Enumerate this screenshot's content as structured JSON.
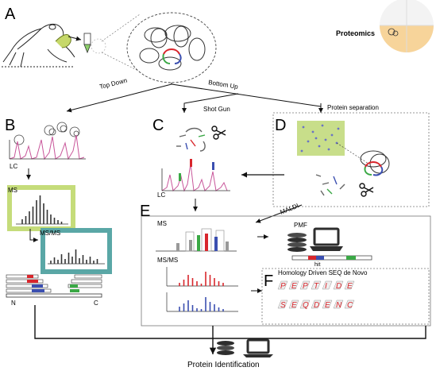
{
  "panels": {
    "a": "A",
    "b": "B",
    "c": "C",
    "d": "D",
    "e": "E",
    "f": "F"
  },
  "proteomics_badge": {
    "label": "Proteomics"
  },
  "branches": {
    "top_down": "Top Down",
    "bottom_up": "Bottom Up",
    "shot_gun": "Shot Gun",
    "protein_separation": "Protein separation"
  },
  "panel_b": {
    "lc_label": "LC",
    "ms_label": "MS",
    "msms_label": "MS/MS",
    "n_term": "N",
    "c_term": "C"
  },
  "panel_c": {
    "lc_label": "LC"
  },
  "panel_d": {
    "maldi_label": "MALDI"
  },
  "panel_e": {
    "ms_label": "MS",
    "msms_label": "MS/MS",
    "pmf_label": "PMF",
    "hit_label": "hit"
  },
  "panel_f": {
    "title": "Homology Driven SEQ de Novo",
    "seq1": [
      "P",
      "E",
      "P",
      "T",
      "I",
      "D",
      "E"
    ],
    "seq2": [
      "S",
      "E",
      "Q",
      "D",
      "E",
      "N",
      "C"
    ]
  },
  "result": {
    "label": "Protein Identification"
  },
  "colors": {
    "green_frame": "#c5dc7a",
    "teal_frame": "#5aa7a6",
    "chromatogram": "#c8569a",
    "gel": "#c8de8a",
    "red": "#d8262c",
    "blue": "#3b4fb0",
    "green": "#3aa845",
    "badge": "#f7d49a"
  }
}
